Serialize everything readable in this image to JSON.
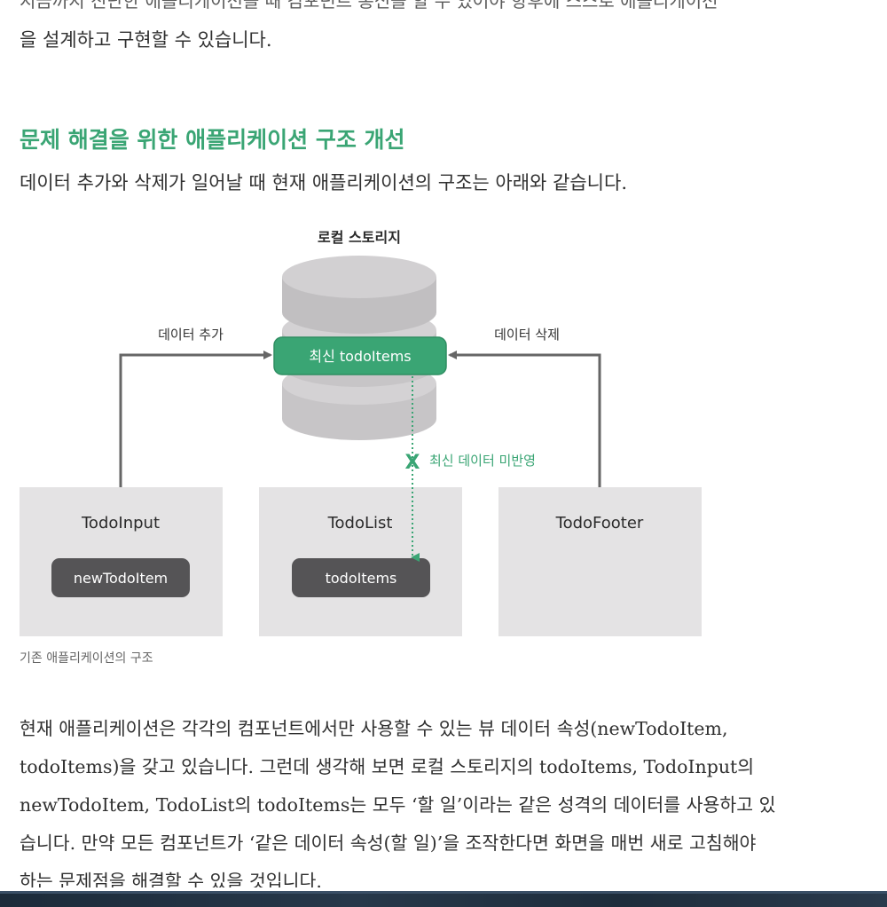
{
  "text": {
    "cut_line": "지금까지 진단한 애플리케이션을 때 컴포넌트 통신을 할 수 있어야 향후에 스스로 애플리케이션",
    "line_1": "을 설계하고 구현할 수 있습니다.",
    "heading": "문제 해결을 위한 애플리케이션 구조 개선",
    "intro": "데이터 추가와 삭제가 일어날 때 현재 애플리케이션의 구조는 아래와 같습니다."
  },
  "diagram": {
    "storage_label": "로컬 스토리지",
    "storage_item": "최신 todoItems",
    "add_label": "데이터 추가",
    "delete_label": "데이터 삭제",
    "not_reflected_mark": "X",
    "not_reflected_label": "최신 데이터 미반영",
    "components": [
      {
        "name": "TodoInput",
        "data": "newTodoItem"
      },
      {
        "name": "TodoList",
        "data": "todoItems"
      },
      {
        "name": "TodoFooter",
        "data": ""
      }
    ],
    "caption": "기존 애플리케이션의 구조",
    "colors": {
      "green": "#3aa574",
      "box": "#e4e3e4",
      "pill": "#555456",
      "db": "#c4c2c4",
      "arrow": "#666666"
    }
  },
  "paragraph": {
    "lines": [
      "현재 애플리케이션은 각각의 컴포넌트에서만 사용할 수 있는 뷰 데이터 속성(newTodoItem,",
      "todoItems)을 갖고 있습니다. 그런데 생각해 보면 로컬 스토리지의 todoItems, TodoInput의",
      "newTodoItem, TodoList의 todoItems는 모두 ‘할 일’이라는 같은 성격의 데이터를 사용하고 있",
      "습니다. 만약 모든 컴포넌트가 ‘같은 데이터 속성(할 일)’을 조작한다면 화면을 매번 새로 고침해야",
      "하는 문제점을 해결할 수 있을 것입니다."
    ]
  }
}
